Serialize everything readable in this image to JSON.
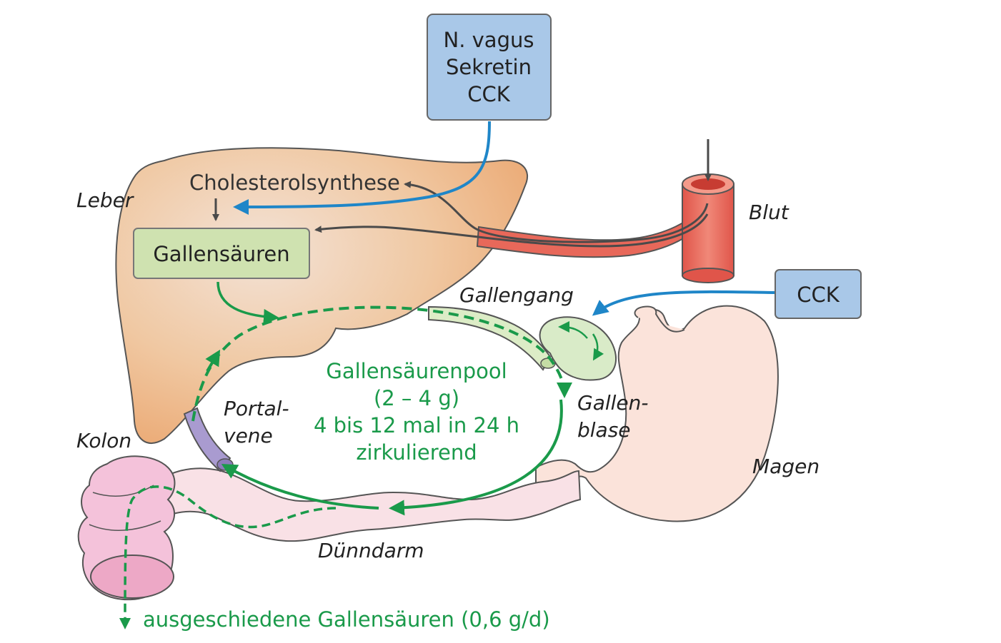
{
  "labels": {
    "leber": "Leber",
    "blut": "Blut",
    "gallengang": "Gallengang",
    "gallenblase_1": "Gallen-",
    "gallenblase_2": "blase",
    "portalvene_1": "Portal-",
    "portalvene_2": "vene",
    "kolon": "Kolon",
    "magen": "Magen",
    "duenndarm": "Dünndarm"
  },
  "boxes": {
    "regulation": [
      "N. vagus",
      "Sekretin",
      "CCK"
    ],
    "cck": "CCK",
    "gallensaeuren": "Gallensäuren"
  },
  "texts": {
    "cholesterolsynthese": "Cholesterolsynthese",
    "pool": [
      "Gallensäurenpool",
      "(2 – 4 g)",
      "4 bis 12 mal in 24 h",
      "zirkulierend"
    ],
    "ausgeschieden": "ausgeschiedene Gallensäuren (0,6 g/d)"
  },
  "colors": {
    "liver": "#f2c9a0",
    "blood_vessel": "#e8685a",
    "colon": "#f4c2da",
    "stomach": "#fbe3da",
    "box_blue": "#a9c8e8",
    "box_green": "#cfe2b0",
    "arrow_blue": "#1f86c8",
    "arrow_green": "#1a9a4a",
    "arrow_dark": "#4a4a4a",
    "portal_vein": "#a99bd0",
    "gallbladder": "#d9ebc8"
  }
}
